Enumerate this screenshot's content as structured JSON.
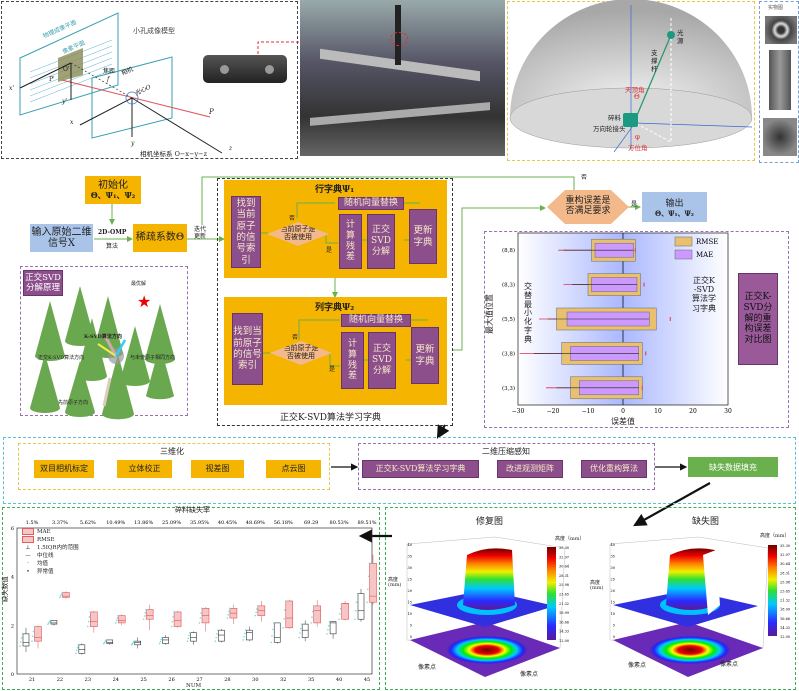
{
  "pinhole": {
    "title": "小孔成像模型",
    "physical_plane": "物理成像平面",
    "pixel_plane": "像素平面",
    "focal": "焦距",
    "focal_f": "f",
    "camera": "相机",
    "optical_center": "光心O",
    "o_prime": "O'",
    "p_prime": "P'",
    "p": "P",
    "x_prime": "x'",
    "y_prime": "y'",
    "x": "x",
    "y": "y",
    "z": "z",
    "coord": "相机坐标系 O−x−y−z"
  },
  "hemisphere": {
    "light": "光源",
    "rod": "支撑杆",
    "zenith": "天顶角",
    "theta": "Θ",
    "debris": "碎料",
    "joint": "万向轮接头",
    "phi": "φ",
    "azimuth": "方位角"
  },
  "photos": {
    "title": "实物图"
  },
  "flow": {
    "init": "初始化",
    "init_vars": "Θ、Ψ₁、Ψ₂",
    "input": "输入原始二维信号X",
    "omp": "2D-OMP",
    "omp_sub": "算法",
    "sparse": "稀疏系数Θ",
    "iter": "迭代更新",
    "row_title": "行字典Ψ₁",
    "col_title": "列字典Ψ₂",
    "find": "找到当前原子的信号索引",
    "used": "当前原子是否被使用",
    "no": "否",
    "yes": "是",
    "random": "随机向量替换",
    "residual": "计算残差",
    "svd": "正交SVD分解",
    "update": "更新字典",
    "ksvd_caption": "正交K-SVD算法学习字典",
    "check": "重构误差是否满足要求",
    "check_no": "否",
    "check_yes": "是",
    "output": "输出",
    "output_vars": "Θ、Ψ₁、Ψ₂"
  },
  "svd_panel": {
    "title": "正交SVD分解原理",
    "best": "最优解",
    "ksvd_dir": "K-SVD算法方向",
    "oksvd_dir": "正交K-SVD算法方向",
    "orth_dir": "与未使原子相同方向",
    "prev_dir": "先前原子方向"
  },
  "error_chart_label": "正交K-SVD分解的重构误差对比图",
  "chart_data": [
    {
      "type": "bar",
      "subtype": "horizontal-range",
      "title": "",
      "xlabel": "误差值",
      "ylabel": "最大值位置",
      "xlim": [
        -30,
        30
      ],
      "xticks": [
        -30,
        -20,
        -10,
        0,
        10,
        20,
        30
      ],
      "categories": [
        "(8,8)",
        "(8,3)",
        "(5,5)",
        "(3,8)",
        "(3,3)"
      ],
      "series": [
        {
          "name": "RMSE",
          "color": "#e8c070",
          "low": [
            -9,
            -10,
            -19,
            -17.5,
            -15
          ],
          "high": [
            3.5,
            5,
            9.5,
            5.5,
            5.5
          ],
          "err_low": [
            -18.5,
            -17,
            -24,
            -29.5,
            -22
          ],
          "err_high": [
            3.5,
            6,
            13.5,
            6.5,
            5.5
          ]
        },
        {
          "name": "MAE",
          "color": "#cc99ff",
          "low": [
            -8,
            -9,
            -16,
            -15,
            -12.5
          ],
          "high": [
            3,
            4,
            7.5,
            4.5,
            4.5
          ],
          "err_low": [
            -17,
            -14.5,
            -21.5,
            -25.5,
            -19
          ],
          "err_high": [
            3,
            5,
            11.5,
            5.5,
            5
          ]
        }
      ],
      "annotations": [
        "交替最小化字典",
        "正交K-SVD算法学习字典"
      ],
      "legend": "top-right"
    },
    {
      "type": "boxplot",
      "title": "碎料缺失率",
      "xlabel": "NUM",
      "ylabel": "缺失数值",
      "ylim": [
        0,
        6
      ],
      "yticks": [
        0,
        2,
        4,
        6
      ],
      "categories": [
        "21",
        "22",
        "23",
        "24",
        "25",
        "26",
        "27",
        "28",
        "30",
        "32",
        "35",
        "40",
        "45"
      ],
      "top_labels": [
        "1.5%",
        "3.37%",
        "5.62%",
        "10.49%",
        "13.86%",
        "25.09%",
        "35.95%",
        "40.45%",
        "48.69%",
        "56.18%",
        "69.29",
        "80.53%",
        "89.51%"
      ],
      "legend": [
        "MAE",
        "RMSE",
        "1.5IQR内的范围",
        "中位线",
        "均值",
        "异常值"
      ],
      "series": [
        {
          "name": "MAE",
          "color": "#333333",
          "q1": [
            1.15,
            2.05,
            0.85,
            1.25,
            1.2,
            1.25,
            1.35,
            1.35,
            1.4,
            1.3,
            1.5,
            1.65,
            2.25
          ],
          "median": [
            1.3,
            2.1,
            1.0,
            1.3,
            1.3,
            1.4,
            1.5,
            1.6,
            1.7,
            1.5,
            1.8,
            2.1,
            2.6
          ],
          "q3": [
            1.65,
            2.2,
            1.2,
            1.4,
            1.35,
            1.5,
            1.7,
            1.8,
            1.8,
            2.1,
            2.05,
            2.15,
            3.3
          ],
          "min": [
            0.9,
            2.0,
            0.8,
            1.2,
            1.05,
            1.2,
            1.2,
            1.3,
            1.35,
            1.25,
            1.35,
            1.45,
            2.15
          ],
          "max": [
            1.9,
            2.2,
            1.25,
            1.4,
            1.5,
            1.6,
            1.75,
            1.85,
            1.95,
            2.1,
            2.2,
            2.15,
            3.5
          ]
        },
        {
          "name": "RMSE",
          "color": "#e05555",
          "q1": [
            1.35,
            3.15,
            1.95,
            2.1,
            2.25,
            1.95,
            2.1,
            2.3,
            2.4,
            1.9,
            2.1,
            2.25,
            2.95
          ],
          "median": [
            1.5,
            3.2,
            2.15,
            2.2,
            2.4,
            2.2,
            2.4,
            2.5,
            2.6,
            2.3,
            2.6,
            2.9,
            3.2
          ],
          "q3": [
            1.95,
            3.35,
            2.55,
            2.4,
            2.65,
            2.55,
            2.7,
            2.7,
            2.8,
            3.0,
            2.8,
            2.9,
            4.55
          ],
          "min": [
            1.05,
            3.1,
            1.7,
            2.0,
            1.8,
            1.9,
            1.75,
            2.05,
            2.15,
            1.85,
            1.95,
            2.2,
            2.85
          ],
          "max": [
            2.0,
            3.4,
            2.6,
            2.45,
            2.85,
            2.6,
            2.75,
            2.85,
            3.0,
            3.05,
            3.05,
            3.0,
            4.9
          ]
        }
      ]
    },
    {
      "type": "surface",
      "title": "修复图",
      "xlabel": "像素点",
      "ylabel": "像素点",
      "zlabel": "高度(mm)",
      "colorbar_title": "高度（mm）",
      "colorbar": [
        "35.30",
        "32.97",
        "30.64",
        "28.31",
        "25.98",
        "23.65",
        "21.32",
        "18.99",
        "16.66",
        "14.33",
        "12.00"
      ],
      "zticks": [
        "0",
        "5",
        "10",
        "15",
        "20",
        "25",
        "30",
        "35",
        "40"
      ]
    },
    {
      "type": "surface",
      "title": "缺失图",
      "xlabel": "像素点",
      "ylabel": "像素点",
      "zlabel": "高度(mm)",
      "colorbar_title": "高度（mm）",
      "colorbar": [
        "35.30",
        "32.97",
        "30.64",
        "28.31",
        "25.98",
        "23.65",
        "21.32",
        "18.99",
        "16.66",
        "14.33",
        "12.00"
      ],
      "zticks": [
        "0",
        "5",
        "10",
        "15",
        "20",
        "25",
        "30",
        "35",
        "40"
      ]
    }
  ],
  "pipeline": {
    "group1": "三维化",
    "steps1": [
      "双目相机标定",
      "立体校正",
      "视差图",
      "点云图"
    ],
    "group2": "二维压缩感知",
    "steps2": [
      "正交K-SVD算法学习字典",
      "改进观测矩阵",
      "优化重构算法"
    ],
    "fill": "缺失数据填充"
  }
}
